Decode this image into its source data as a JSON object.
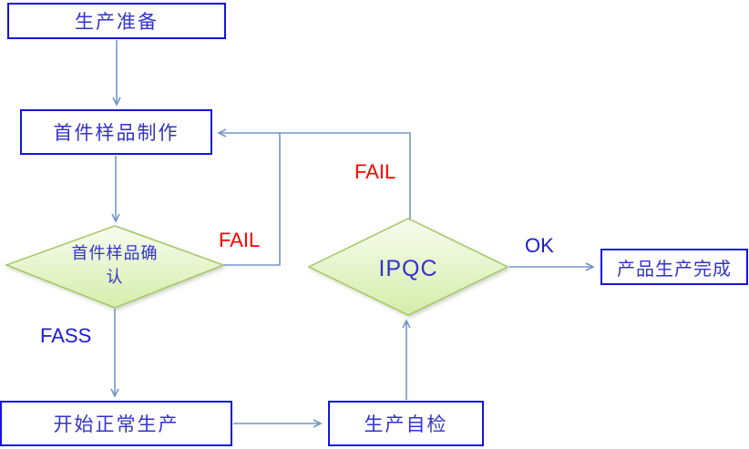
{
  "diagram": {
    "title": "production-quality-flowchart",
    "nodes": {
      "production_prep": {
        "label": "生产准备",
        "type": "process"
      },
      "first_sample_make": {
        "label": "首件样品制作",
        "type": "process"
      },
      "first_sample_confirm": {
        "label": "首件样品确认",
        "type": "decision"
      },
      "ipqc": {
        "label": "IPQC",
        "type": "decision"
      },
      "start_normal_production": {
        "label": "开始正常生产",
        "type": "process"
      },
      "production_self_check": {
        "label": "生产自检",
        "type": "process"
      },
      "product_complete": {
        "label": "产品生产完成",
        "type": "process"
      }
    },
    "edge_labels": {
      "first_sample_fail": "FAIL",
      "ipqc_fail": "FAIL",
      "first_sample_pass": "FASS",
      "ipqc_ok": "OK"
    },
    "colors": {
      "background": "#ffffff",
      "box_border": "#1414dd",
      "box_text": "#3232cc",
      "diamond_fill_top": "#f8fcf0",
      "diamond_fill_bottom": "#d5edaa",
      "diamond_border": "#a5c767",
      "connector": "#7396c8",
      "fail_label": "#ff0000",
      "pass_label": "#1a1ad9"
    }
  }
}
